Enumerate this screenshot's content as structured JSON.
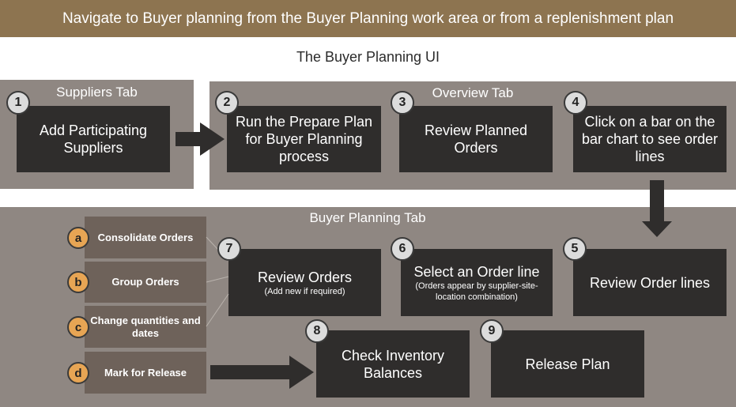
{
  "banner": {
    "text": "Navigate to Buyer planning from the Buyer Planning work area or from a replenishment plan"
  },
  "ui_title": "The Buyer Planning UI",
  "panels": {
    "suppliers": "Suppliers Tab",
    "overview": "Overview Tab",
    "buyer_planning": "Buyer Planning Tab"
  },
  "steps": [
    {
      "num": "1",
      "text": "Add Participating Suppliers"
    },
    {
      "num": "2",
      "text": "Run the Prepare Plan for Buyer Planning process"
    },
    {
      "num": "3",
      "text": "Review Planned Orders"
    },
    {
      "num": "4",
      "text": "Click on a bar on the bar chart to see order lines"
    },
    {
      "num": "5",
      "text": "Review Order lines"
    },
    {
      "num": "6",
      "text": "Select an Order line",
      "sub": "(Orders appear by supplier-site-location combination)"
    },
    {
      "num": "7",
      "text": "Review Orders",
      "sub": "(Add new if required)"
    },
    {
      "num": "8",
      "text": "Check Inventory Balances"
    },
    {
      "num": "9",
      "text": "Release Plan"
    }
  ],
  "substeps": [
    {
      "letter": "a",
      "text": "Consolidate Orders"
    },
    {
      "letter": "b",
      "text": "Group Orders"
    },
    {
      "letter": "c",
      "text": "Change quantities and dates"
    },
    {
      "letter": "d",
      "text": "Mark for Release"
    }
  ],
  "colors": {
    "banner": "#8d7450",
    "panel": "#8f8782",
    "box": "#2f2d2c",
    "substep": "#6e625a",
    "letter_badge": "#e7a554",
    "number_badge": "#dcdcdc"
  }
}
